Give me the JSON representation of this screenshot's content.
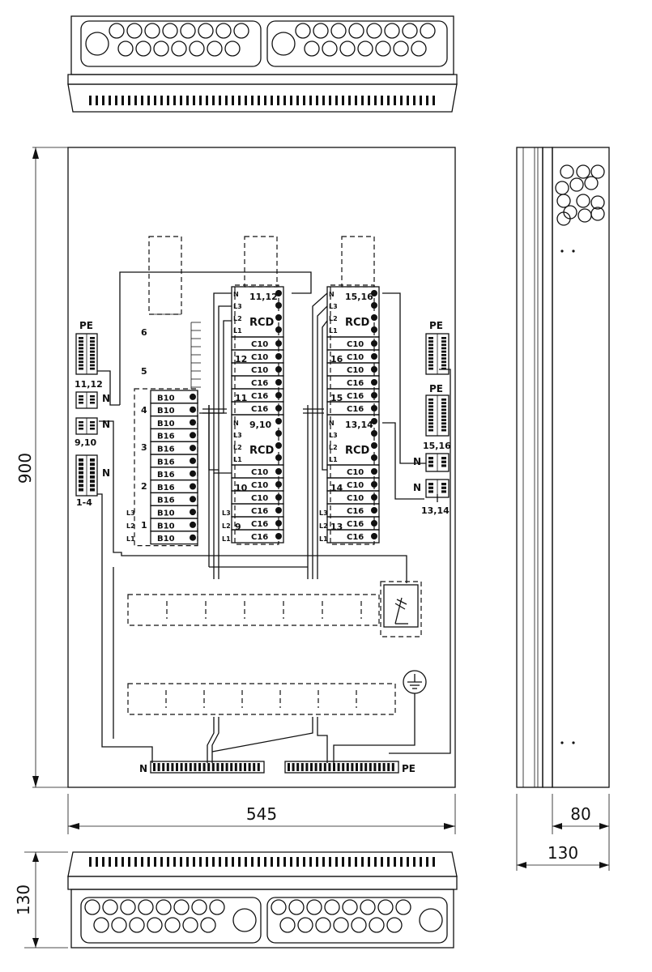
{
  "dimensions": {
    "height": "900",
    "width": "545",
    "depth_inner": "80",
    "depth_outer": "130",
    "depth_bottom": "130"
  },
  "pe_label": "PE",
  "n_label": "N",
  "terminal_labels": {
    "left_mid": "11,12",
    "left_low": "9,10",
    "left_bottom": "1-4",
    "right_mid": "15,16",
    "right_low": "13,14"
  },
  "row_labels": {
    "phase_top": [
      "N",
      "L3",
      "L2",
      "L1"
    ],
    "phase_bottom": [
      "L3",
      "L2",
      "L1"
    ]
  },
  "breakers": {
    "col1": {
      "cells": [
        "B10",
        "B10",
        "B10",
        "B16",
        "B16",
        "B16",
        "B16",
        "B16",
        "B16",
        "B10",
        "B10",
        "B10"
      ],
      "row_numbers": [
        "6",
        "5",
        "4",
        "3",
        "2",
        "1"
      ]
    },
    "col2": {
      "header_top": "11,12",
      "header_bottom": "9,10",
      "rcd": "RCD",
      "cells_top": [
        "C10",
        "C10",
        "C10",
        "C16",
        "C16",
        "C16"
      ],
      "cells_bottom": [
        "C10",
        "C10",
        "C10",
        "C16",
        "C16",
        "C16"
      ],
      "row_numbers": [
        "12",
        "11",
        "10",
        "9"
      ]
    },
    "col3": {
      "header_top": "15,16",
      "header_bottom": "13,14",
      "rcd": "RCD",
      "cells_top": [
        "C10",
        "C10",
        "C10",
        "C16",
        "C16",
        "C16"
      ],
      "cells_bottom": [
        "C10",
        "C10",
        "C10",
        "C16",
        "C16",
        "C16"
      ],
      "row_numbers": [
        "16",
        "15",
        "14",
        "13"
      ]
    }
  },
  "icons": {
    "earth": "earth-ground-icon",
    "main_switch": "main-switch-icon"
  }
}
